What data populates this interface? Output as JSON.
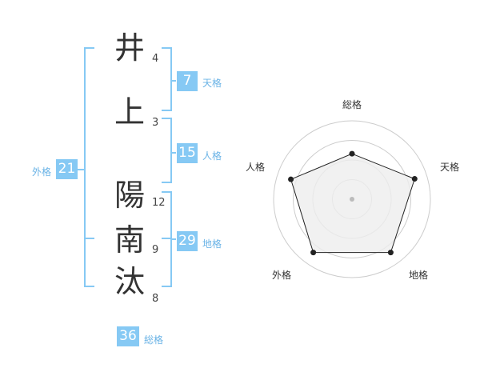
{
  "name_chars": [
    {
      "char": "井",
      "strokes": "4"
    },
    {
      "char": "上",
      "strokes": "3"
    },
    {
      "char": "陽",
      "strokes": "12"
    },
    {
      "char": "南",
      "strokes": "9"
    },
    {
      "char": "汰",
      "strokes": "8"
    }
  ],
  "fortunes": {
    "tenkaku": {
      "value": "7",
      "label": "天格"
    },
    "jinkaku": {
      "value": "15",
      "label": "人格"
    },
    "chikaku": {
      "value": "29",
      "label": "地格"
    },
    "gaikaku": {
      "value": "21",
      "label": "外格"
    },
    "soukaku": {
      "value": "36",
      "label": "総格"
    }
  },
  "radar": {
    "axes": [
      "総格",
      "天格",
      "地格",
      "外格",
      "人格"
    ],
    "values": [
      0.58,
      0.84,
      0.84,
      0.84,
      0.82
    ],
    "rings": 4
  },
  "colors": {
    "accent": "#86c9f4",
    "bracket": "#86c9f4",
    "ring": "#cccccc",
    "polygon_fill": "#eeeeee",
    "polygon_stroke": "#222222"
  }
}
